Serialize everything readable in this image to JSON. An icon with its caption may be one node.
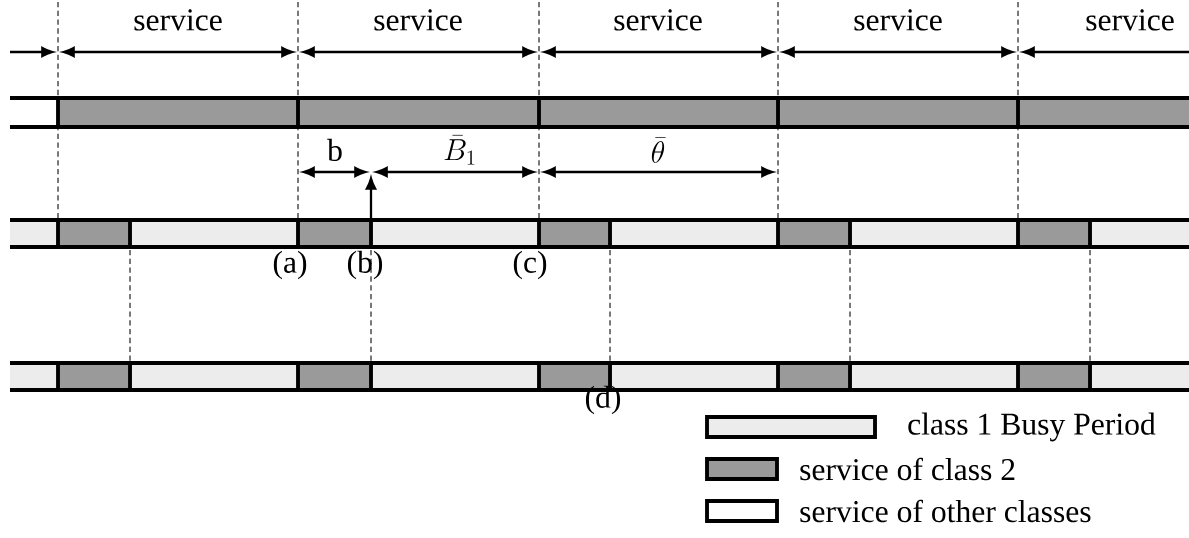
{
  "diagram": {
    "labels": [
      "service",
      "service",
      "service",
      "service",
      "service",
      "b",
      "\\bar{B}_1",
      "\\bar{\\theta}",
      "(a)",
      "(b)",
      "(c)",
      "(d)"
    ],
    "legend": [
      {
        "text": "class 1 Busy Period",
        "color": "#ececec"
      },
      {
        "text": "service of class 2",
        "color": "#9a9a9a"
      },
      {
        "text": "service of other classes"
      }
    ]
  }
}
